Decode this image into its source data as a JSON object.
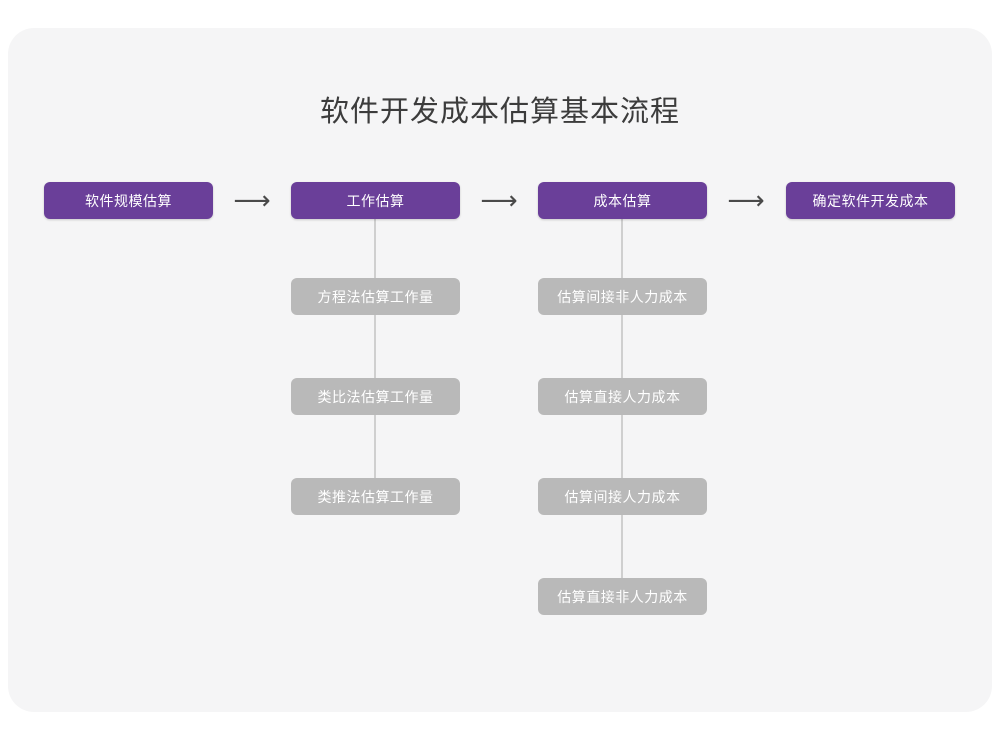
{
  "title": "软件开发成本估算基本流程",
  "colors": {
    "page_background": "#ffffff",
    "card_background": "#f5f5f6",
    "primary_node": "#6a3f99",
    "secondary_node": "#b9b9b9",
    "connector": "#cfcfcf",
    "title_text": "#3c3c3c",
    "arrow": "#4a4a4a"
  },
  "flow": {
    "arrow_glyph": "⟶",
    "steps": [
      {
        "label": "软件规模估算",
        "substeps": []
      },
      {
        "label": "工作估算",
        "substeps": [
          "方程法估算工作量",
          "类比法估算工作量",
          "类推法估算工作量"
        ]
      },
      {
        "label": "成本估算",
        "substeps": [
          "估算间接非人力成本",
          "估算直接人力成本",
          "估算间接人力成本",
          "估算直接非人力成本"
        ]
      },
      {
        "label": "确定软件开发成本",
        "substeps": []
      }
    ],
    "arrows": [
      "⟶",
      "⟶",
      "⟶"
    ]
  }
}
